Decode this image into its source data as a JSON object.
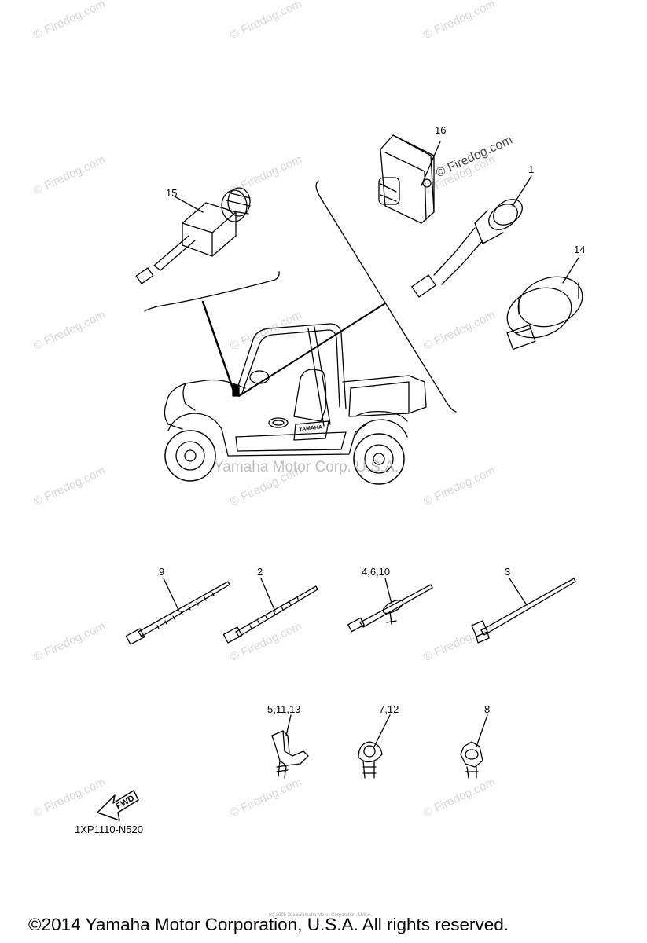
{
  "watermark_text": "© Firedog.com",
  "center_mark": "Yamaha Motor Corp. U.S.A.",
  "callouts": {
    "c16": "16",
    "c1": "1",
    "c15": "15",
    "c14": "14",
    "c9": "9",
    "c2": "2",
    "c4_6_10": "4,6,10",
    "c3": "3",
    "c5_11_13": "5,11,13",
    "c7_12": "7,12",
    "c8": "8"
  },
  "fwd_label": "FWD",
  "diagram_code": "1XP1110-N520",
  "fine_print": "(c) 2005 2016 Yamaha Motor Corporation, U.S.A.",
  "copyright": "©2014 Yamaha Motor Corporation, U.S.A. All rights reserved.",
  "vehicle_badge": "YAMAHA",
  "colors": {
    "line": "#000000",
    "watermark": "#d6d6d6"
  }
}
